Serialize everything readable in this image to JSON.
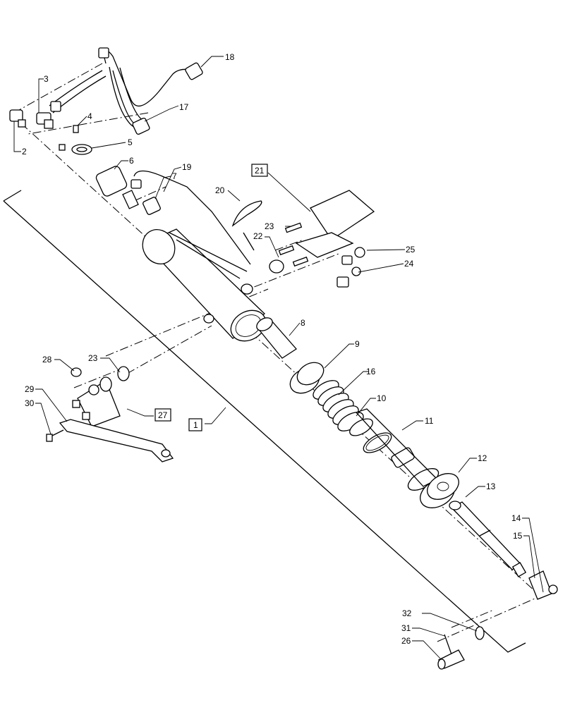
{
  "callouts": [
    {
      "id": "c1",
      "label": "1",
      "boxed": true
    },
    {
      "id": "c2",
      "label": "2",
      "boxed": false
    },
    {
      "id": "c3",
      "label": "3",
      "boxed": false
    },
    {
      "id": "c4",
      "label": "4",
      "boxed": false
    },
    {
      "id": "c5",
      "label": "5",
      "boxed": false
    },
    {
      "id": "c6",
      "label": "6",
      "boxed": false
    },
    {
      "id": "c7",
      "label": "7",
      "boxed": false
    },
    {
      "id": "c8",
      "label": "8",
      "boxed": false
    },
    {
      "id": "c9",
      "label": "9",
      "boxed": false
    },
    {
      "id": "c10",
      "label": "10",
      "boxed": false
    },
    {
      "id": "c11",
      "label": "11",
      "boxed": false
    },
    {
      "id": "c12",
      "label": "12",
      "boxed": false
    },
    {
      "id": "c13",
      "label": "13",
      "boxed": false
    },
    {
      "id": "c14",
      "label": "14",
      "boxed": false
    },
    {
      "id": "c15",
      "label": "15",
      "boxed": false
    },
    {
      "id": "c16",
      "label": "16",
      "boxed": false
    },
    {
      "id": "c17",
      "label": "17",
      "boxed": false
    },
    {
      "id": "c18",
      "label": "18",
      "boxed": false
    },
    {
      "id": "c19",
      "label": "19",
      "boxed": false
    },
    {
      "id": "c20",
      "label": "20",
      "boxed": false
    },
    {
      "id": "c21",
      "label": "21",
      "boxed": true
    },
    {
      "id": "c22",
      "label": "22",
      "boxed": false
    },
    {
      "id": "c23a",
      "label": "23",
      "boxed": false
    },
    {
      "id": "c23b",
      "label": "23",
      "boxed": false
    },
    {
      "id": "c24",
      "label": "24",
      "boxed": false
    },
    {
      "id": "c25",
      "label": "25",
      "boxed": false
    },
    {
      "id": "c26",
      "label": "26",
      "boxed": false
    },
    {
      "id": "c27",
      "label": "27",
      "boxed": true
    },
    {
      "id": "c28",
      "label": "28",
      "boxed": false
    },
    {
      "id": "c29",
      "label": "29",
      "boxed": false
    },
    {
      "id": "c30",
      "label": "30",
      "boxed": false
    },
    {
      "id": "c31",
      "label": "31",
      "boxed": false
    },
    {
      "id": "c32",
      "label": "32",
      "boxed": false
    }
  ]
}
